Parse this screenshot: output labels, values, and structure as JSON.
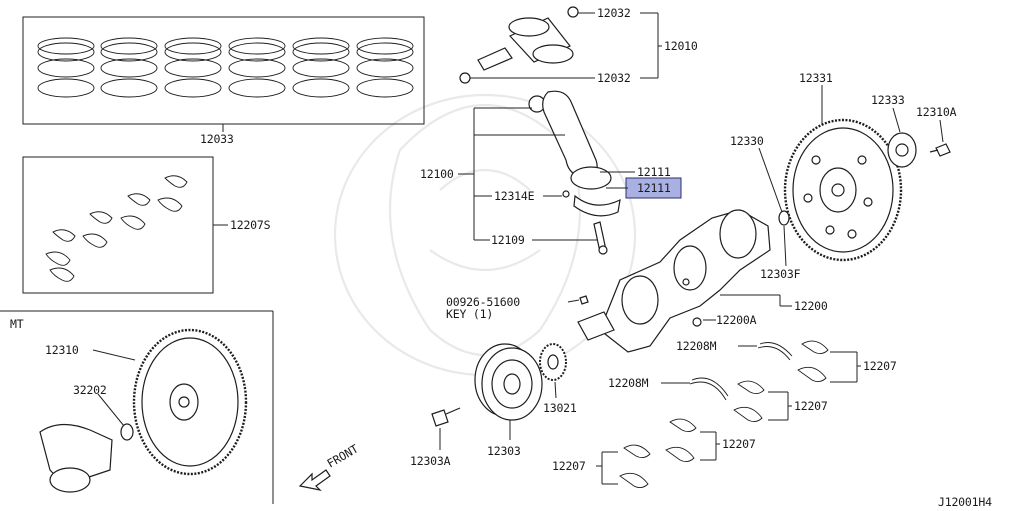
{
  "diagram_code": "J12001H4",
  "section_mt": "MT",
  "front": "FRONT",
  "highlight_color": "#a9b1e3",
  "labels": {
    "p12033": "12033",
    "p12207s": "12207S",
    "p12032a": "12032",
    "p12032b": "12032",
    "p12010": "12010",
    "p12100": "12100",
    "p12111a": "12111",
    "p12111b": "12111",
    "p12314e": "12314E",
    "p12109": "12109",
    "p12331": "12331",
    "p12333": "12333",
    "p12310a": "12310A",
    "p12330": "12330",
    "p12303f": "12303F",
    "p12200": "12200",
    "p12200a": "12200A",
    "p00926": "00926-51600",
    "pkey": "KEY (1)",
    "p12208m_a": "12208M",
    "p12208m_b": "12208M",
    "p12207_a": "12207",
    "p12207_b": "12207",
    "p12207_c": "12207",
    "p12207_d": "12207",
    "p12310": "12310",
    "p32202": "32202",
    "p13021": "13021",
    "p12303": "12303",
    "p12303a": "12303A"
  }
}
